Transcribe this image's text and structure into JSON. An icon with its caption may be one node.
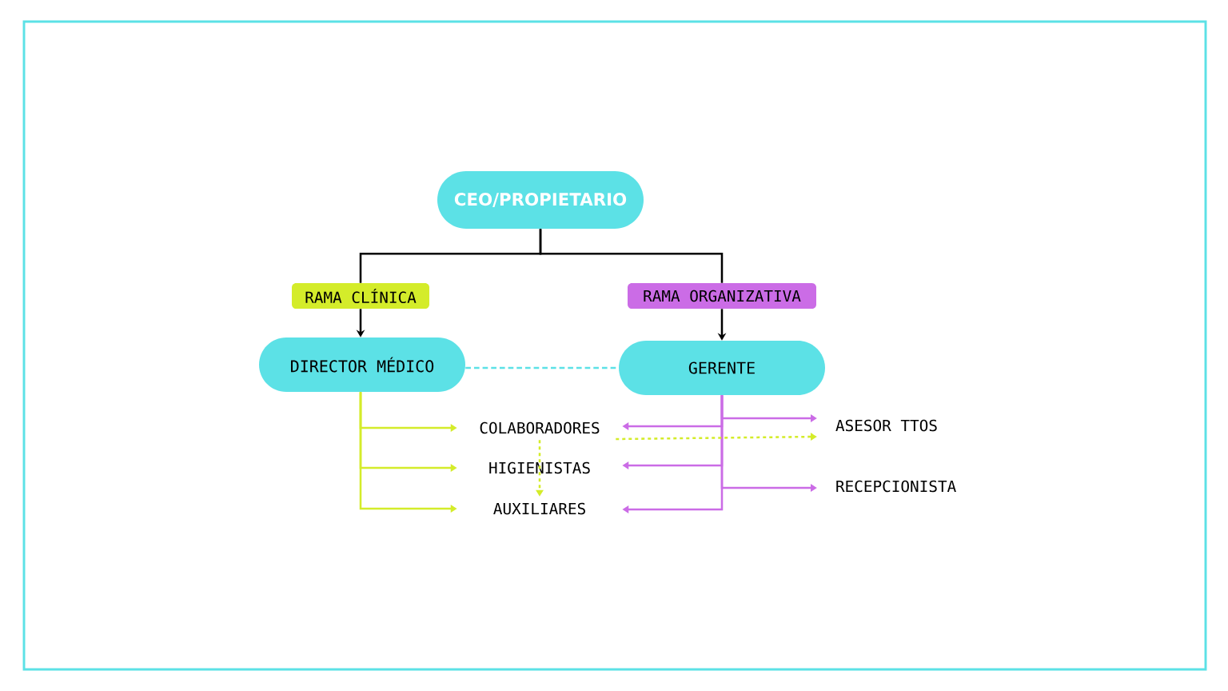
{
  "diagram": {
    "nodes": [
      {
        "text": [
          "CEO/PROPIETARIO"
        ]
      },
      {
        "text": [
          "RAMA CLÍNICA"
        ]
      },
      {
        "text": [
          "RAMA ORGANIZATIVA"
        ]
      },
      {
        "text": [
          "DIRECTOR MÉDICO"
        ]
      },
      {
        "text": [
          "GERENTE"
        ]
      },
      {
        "text": [
          "COLABORADORES"
        ]
      },
      {
        "text": [
          "HIGIENISTAS"
        ]
      },
      {
        "text": [
          "AUXILIARES"
        ]
      },
      {
        "text": [
          "ASESOR TTOS"
        ]
      },
      {
        "text": [
          "RECEPCIONISTA"
        ]
      }
    ],
    "edges": [
      {
        "from": 0,
        "to": 1,
        "arrow": "none",
        "color": "#000000"
      },
      {
        "from": 1,
        "to": 3,
        "arrow": "to",
        "color": "#000000"
      },
      {
        "from": 0,
        "to": 2,
        "arrow": "none",
        "color": "#000000"
      },
      {
        "from": 2,
        "to": 4,
        "arrow": "to",
        "color": "#000000"
      },
      {
        "from": 3,
        "to": 4,
        "arrow": "none",
        "style": "dashed",
        "color": "#5ce1e6"
      },
      {
        "from": 3,
        "to": 5,
        "arrow": "to",
        "color": "#d4ec2a"
      },
      {
        "from": 3,
        "to": 6,
        "arrow": "to",
        "color": "#d4ec2a"
      },
      {
        "from": 3,
        "to": 7,
        "arrow": "to",
        "color": "#d4ec2a"
      },
      {
        "from": 4,
        "to": 5,
        "arrow": "to",
        "color": "#cb6ce6"
      },
      {
        "from": 4,
        "to": 6,
        "arrow": "to",
        "color": "#cb6ce6"
      },
      {
        "from": 4,
        "to": 7,
        "arrow": "to",
        "color": "#cb6ce6"
      },
      {
        "from": 4,
        "to": 8,
        "arrow": "to",
        "color": "#cb6ce6"
      },
      {
        "from": 4,
        "to": 9,
        "arrow": "to",
        "color": "#cb6ce6"
      },
      {
        "from": 5,
        "to": 7,
        "arrow": "to",
        "style": "dashed",
        "color": "#d4ec2a"
      },
      {
        "from": 5,
        "to": 8,
        "arrow": "to",
        "style": "dashed",
        "color": "#d4ec2a"
      }
    ]
  }
}
